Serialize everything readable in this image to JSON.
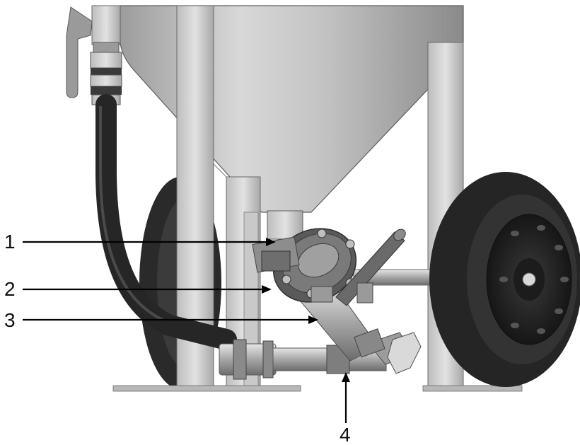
{
  "callouts": [
    {
      "number": "1"
    },
    {
      "number": "2"
    },
    {
      "number": "3"
    },
    {
      "number": "4"
    }
  ],
  "colors": {
    "background": "#ffffff",
    "metal_light": "#d4d4d4",
    "metal_mid": "#a9a9a9",
    "metal_dark": "#6f6f6f",
    "rubber": "#2b2b2b",
    "line": "#000000"
  }
}
